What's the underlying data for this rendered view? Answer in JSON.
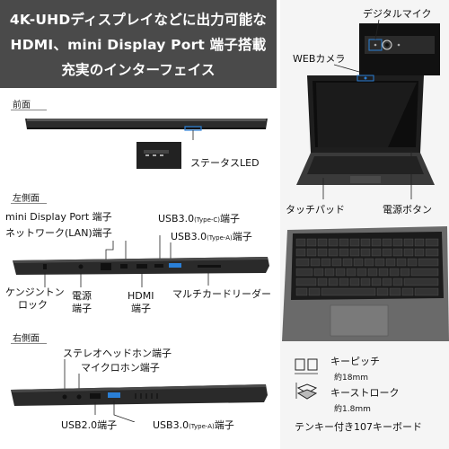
{
  "header": {
    "lines": [
      "4K-UHDディスプレイなどに出力可能な",
      "HDMI、mini Display Port 端子搭載",
      "充実のインターフェイス"
    ]
  },
  "front": {
    "tag": "前面",
    "status_led_label": "ステータスLED"
  },
  "left_side": {
    "tag": "左側面",
    "ports": {
      "mini_dp": "mini Display Port 端子",
      "lan": "ネットワーク(LAN)端子",
      "usb_c_main": "USB3.0",
      "usb_c_sub": "(Type-C)",
      "usb_c_tail": "端子",
      "usb_a_main": "USB3.0",
      "usb_a_sub": "(Type-A)",
      "usb_a_tail": "端子",
      "kensington_1": "ケンジントン",
      "kensington_2": "ロック",
      "power_1": "電源",
      "power_2": "端子",
      "hdmi_1": "HDMI",
      "hdmi_2": "端子",
      "card_reader": "マルチカードリーダー"
    }
  },
  "right_side": {
    "tag": "右側面",
    "ports": {
      "stereo_headphone": "ステレオヘッドホン端子",
      "microphone": "マイクロホン端子",
      "usb2": "USB2.0端子",
      "usb3a_main": "USB3.0",
      "usb3a_sub": "(Type-A)",
      "usb3a_tail": "端子"
    }
  },
  "display_panel": {
    "digital_mic": "デジタルマイク",
    "web_camera": "WEBカメラ",
    "touchpad": "タッチパッド",
    "power_button": "電源ボタン"
  },
  "keyboard_specs": {
    "key_pitch_label": "キーピッチ",
    "key_pitch_value": "約18mm",
    "key_stroke_label": "キーストローク",
    "key_stroke_value": "約1.8mm",
    "tenkey": "テンキー付き107キーボード"
  },
  "colors": {
    "header_bg": "#4a4a4a",
    "port_blue": "#2a7fd6"
  }
}
